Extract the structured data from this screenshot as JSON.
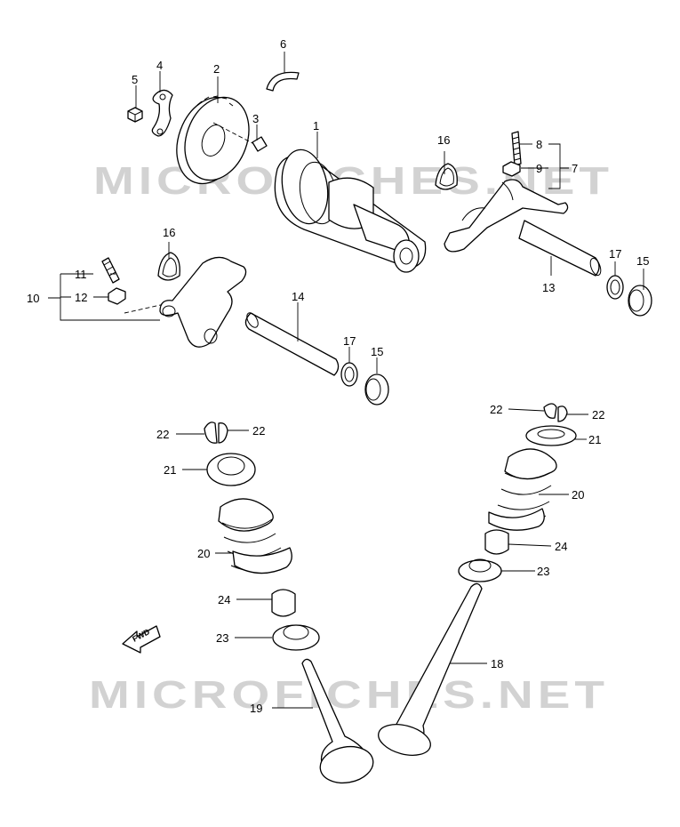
{
  "watermark": "MICROFICHES.NET",
  "direction_marker": {
    "label": "FWD",
    "icon": "forward-arrow-icon"
  },
  "callouts": {
    "c1": "1",
    "c2": "2",
    "c3": "3",
    "c4": "4",
    "c5": "5",
    "c6": "6",
    "c7": "7",
    "c8": "8",
    "c9": "9",
    "c10": "10",
    "c11": "11",
    "c12": "12",
    "c13a": "13",
    "c14": "14",
    "c15a": "15",
    "c15b": "15",
    "c16a": "16",
    "c16b": "16",
    "c17a": "17",
    "c17b": "17",
    "c18": "18",
    "c19": "19",
    "c20a": "20",
    "c20b": "20",
    "c21a": "21",
    "c21b": "21",
    "c22a": "22",
    "c22b": "22",
    "c22c": "22",
    "c22d": "22",
    "c23a": "23",
    "c23b": "23",
    "c24a": "24",
    "c24b": "24"
  }
}
